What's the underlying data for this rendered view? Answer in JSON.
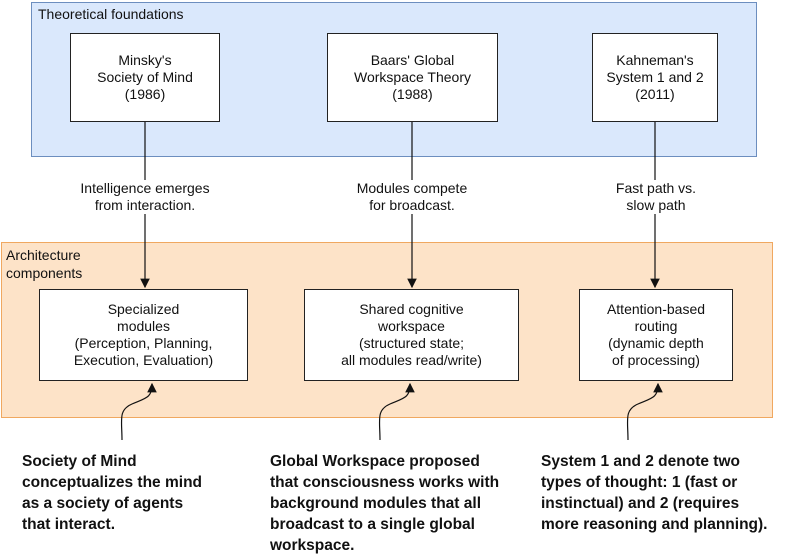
{
  "regions": {
    "foundations_title": "Theoretical foundations",
    "components_title": "Architecture\ncomponents"
  },
  "theories": [
    {
      "label": "Minsky's\nSociety of Mind\n(1986)"
    },
    {
      "label": "Baars' Global\nWorkspace Theory\n(1988)"
    },
    {
      "label": "Kahneman's\nSystem 1 and 2\n(2011)"
    }
  ],
  "edges": [
    {
      "label": "Intelligence emerges\nfrom interaction."
    },
    {
      "label": "Modules compete\nfor broadcast."
    },
    {
      "label": "Fast path vs.\nslow path"
    }
  ],
  "components": [
    {
      "label": "Specialized\nmodules\n(Perception, Planning,\nExecution, Evaluation)"
    },
    {
      "label": "Shared cognitive\nworkspace\n(structured state;\nall modules read/write)"
    },
    {
      "label": "Attention-based\nrouting\n(dynamic depth\nof processing)"
    }
  ],
  "annotations": [
    {
      "text": "Society of Mind\nconceptualizes the mind\nas a society of agents\nthat interact."
    },
    {
      "text": "Global Workspace proposed\nthat consciousness works with\nbackground modules that all\nbroadcast to a single global\nworkspace."
    },
    {
      "text": "System 1 and 2 denote two\ntypes of thought: 1 (fast or\ninstinctual) and 2 (requires\nmore reasoning and planning)."
    }
  ],
  "colors": {
    "foundations_fill": "#dae8fc",
    "foundations_stroke": "#6c8ebf",
    "components_fill": "#fde3c8",
    "components_stroke": "#f0a860"
  }
}
